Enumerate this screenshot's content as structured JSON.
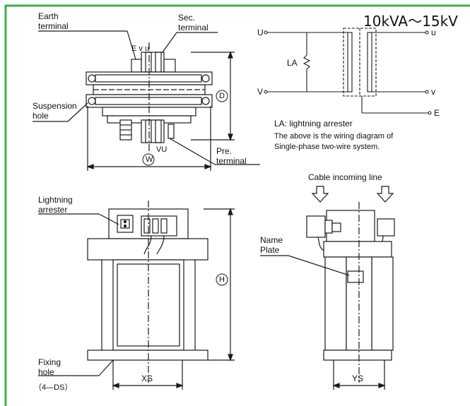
{
  "title": "10kVA～15kV",
  "top_view": {
    "earth_terminal": [
      "Earth",
      "terminal"
    ],
    "sec_terminal": [
      "Sec.",
      "terminal"
    ],
    "pre_terminal": [
      "Pre.",
      "terminal"
    ],
    "suspension_hole": [
      "Suspension",
      "hole"
    ],
    "terminal_letters_top": "E  v u",
    "terminal_letters_bottom": "VU",
    "dim_depth": "D",
    "dim_width": "W"
  },
  "wiring": {
    "node_U": "U",
    "node_V": "V",
    "node_u": "u",
    "node_v": "v",
    "node_E": "E",
    "la_label": "LA",
    "caption_1": "LA: lightning arrester",
    "caption_2": "The above is the wiring diagram of",
    "caption_3": "Single-phase two-wire system."
  },
  "front_view": {
    "lightning_arrester": [
      "Lightning",
      "arrester"
    ],
    "fixing_hole": [
      "Fixing",
      "hole"
    ],
    "fixing_spec": "（4—DS）",
    "dim_height": "H",
    "dim_xs": "XS"
  },
  "side_view": {
    "cable_incoming": "Cable incoming line",
    "name_plate": [
      "Name",
      "Plate"
    ],
    "dim_ys": "YS"
  },
  "colors": {
    "frame": "#3fae49",
    "line": "#1a1a1a",
    "dashed": "#333333"
  }
}
